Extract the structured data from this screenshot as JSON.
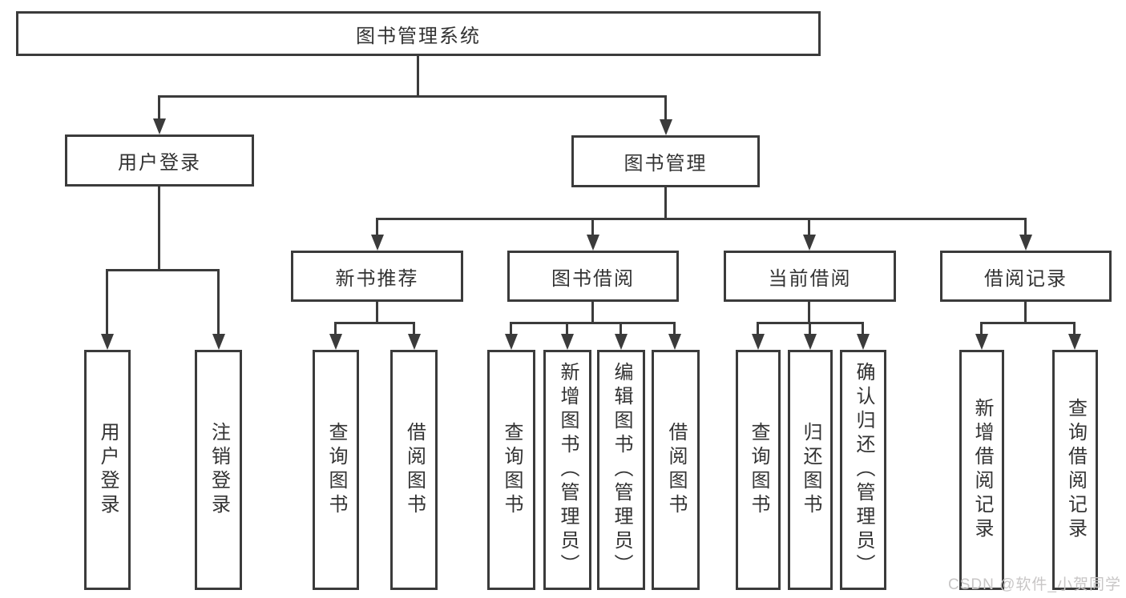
{
  "diagram_title": "图书管理系统",
  "nodes": {
    "root": "图书管理系统",
    "level2": {
      "user_login": "用户登录",
      "book_mgmt": "图书管理"
    },
    "level3": {
      "new_book_rec": "新书推荐",
      "book_borrow": "图书借阅",
      "current_borrow": "当前借阅",
      "borrow_records": "借阅记录"
    },
    "leaves": {
      "user_login_1": "用户登录",
      "user_login_2": "注销登录",
      "new_book_rec_1": "查询图书",
      "new_book_rec_2": "借阅图书",
      "book_borrow_1": "查询图书",
      "book_borrow_2": "新增图书（管理员）",
      "book_borrow_3": "编辑图书（管理员）",
      "book_borrow_4": "借阅图书",
      "current_borrow_1": "查询图书",
      "current_borrow_2": "归还图书",
      "current_borrow_3": "确认归还（管理员）",
      "borrow_records_1": "新增借阅记录",
      "borrow_records_2": "查询借阅记录"
    }
  },
  "watermark": "CSDN @软件_小贺同学",
  "colors": {
    "line": "#3b3b3b",
    "text": "#333333",
    "background": "#ffffff",
    "watermark": "#c8c6c6"
  }
}
